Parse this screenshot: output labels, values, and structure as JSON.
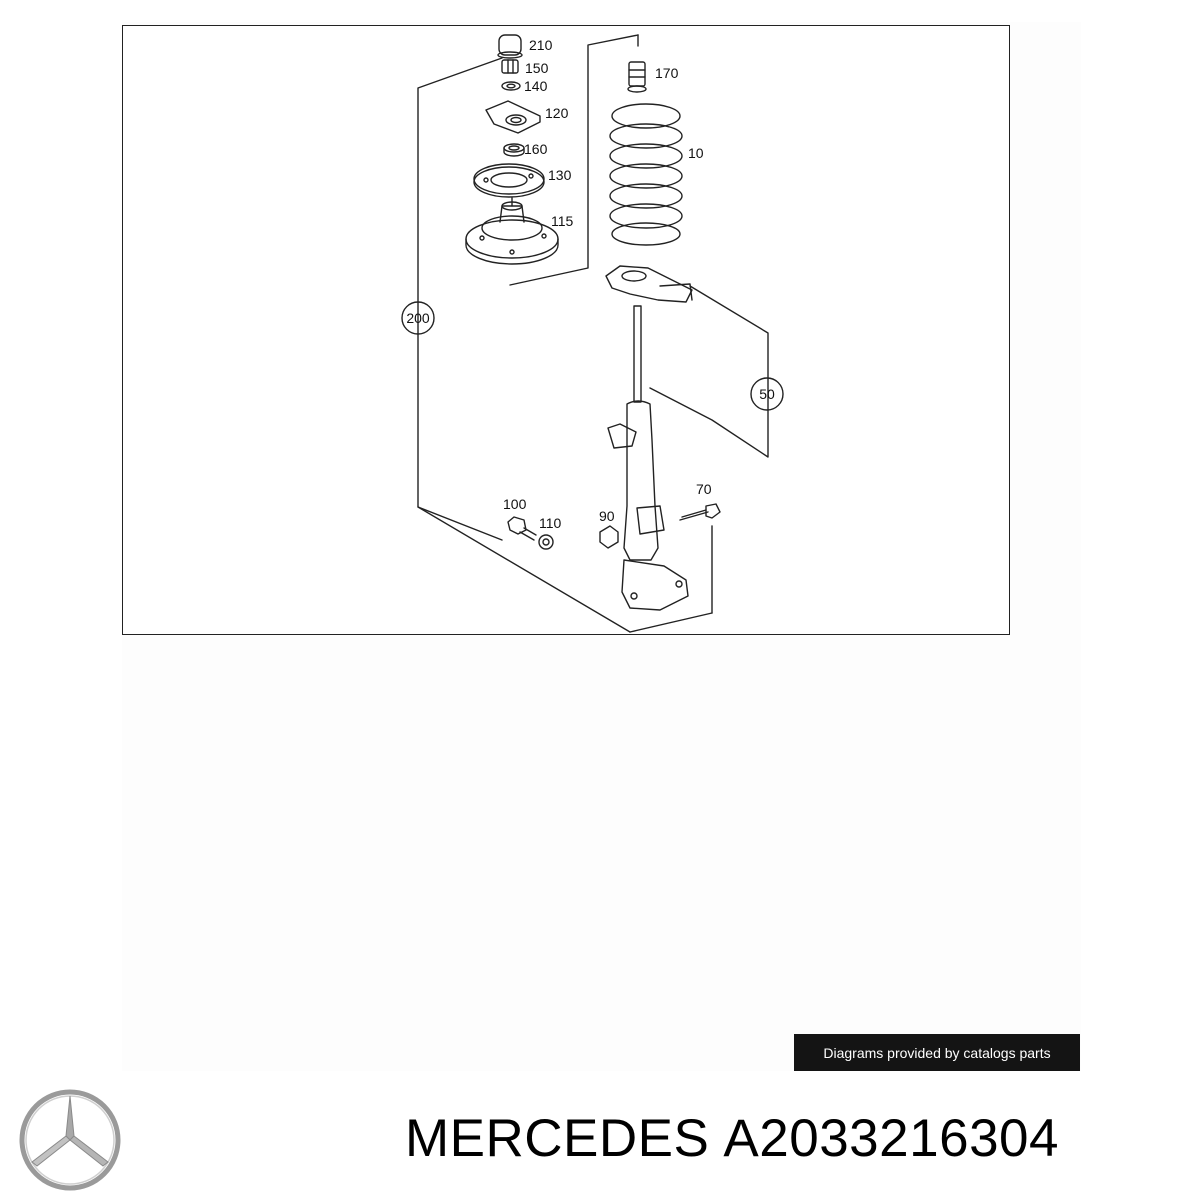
{
  "diagram": {
    "callouts": {
      "p210": "210",
      "p150": "150",
      "p140": "140",
      "p120": "120",
      "p160": "160",
      "p130": "130",
      "p115": "115",
      "p170": "170",
      "p10": "10",
      "p200": "200",
      "p50": "50",
      "p100": "100",
      "p110": "110",
      "p90": "90",
      "p70": "70"
    }
  },
  "footer": {
    "credit": "Diagrams provided by catalogs parts",
    "brand": "MERCEDES",
    "part_number": "A2033216304",
    "logo_icon": "mercedes-star-icon"
  },
  "colors": {
    "line": "#222222",
    "credit_bg": "#141414",
    "logo_silver": "#9a9a9a"
  }
}
